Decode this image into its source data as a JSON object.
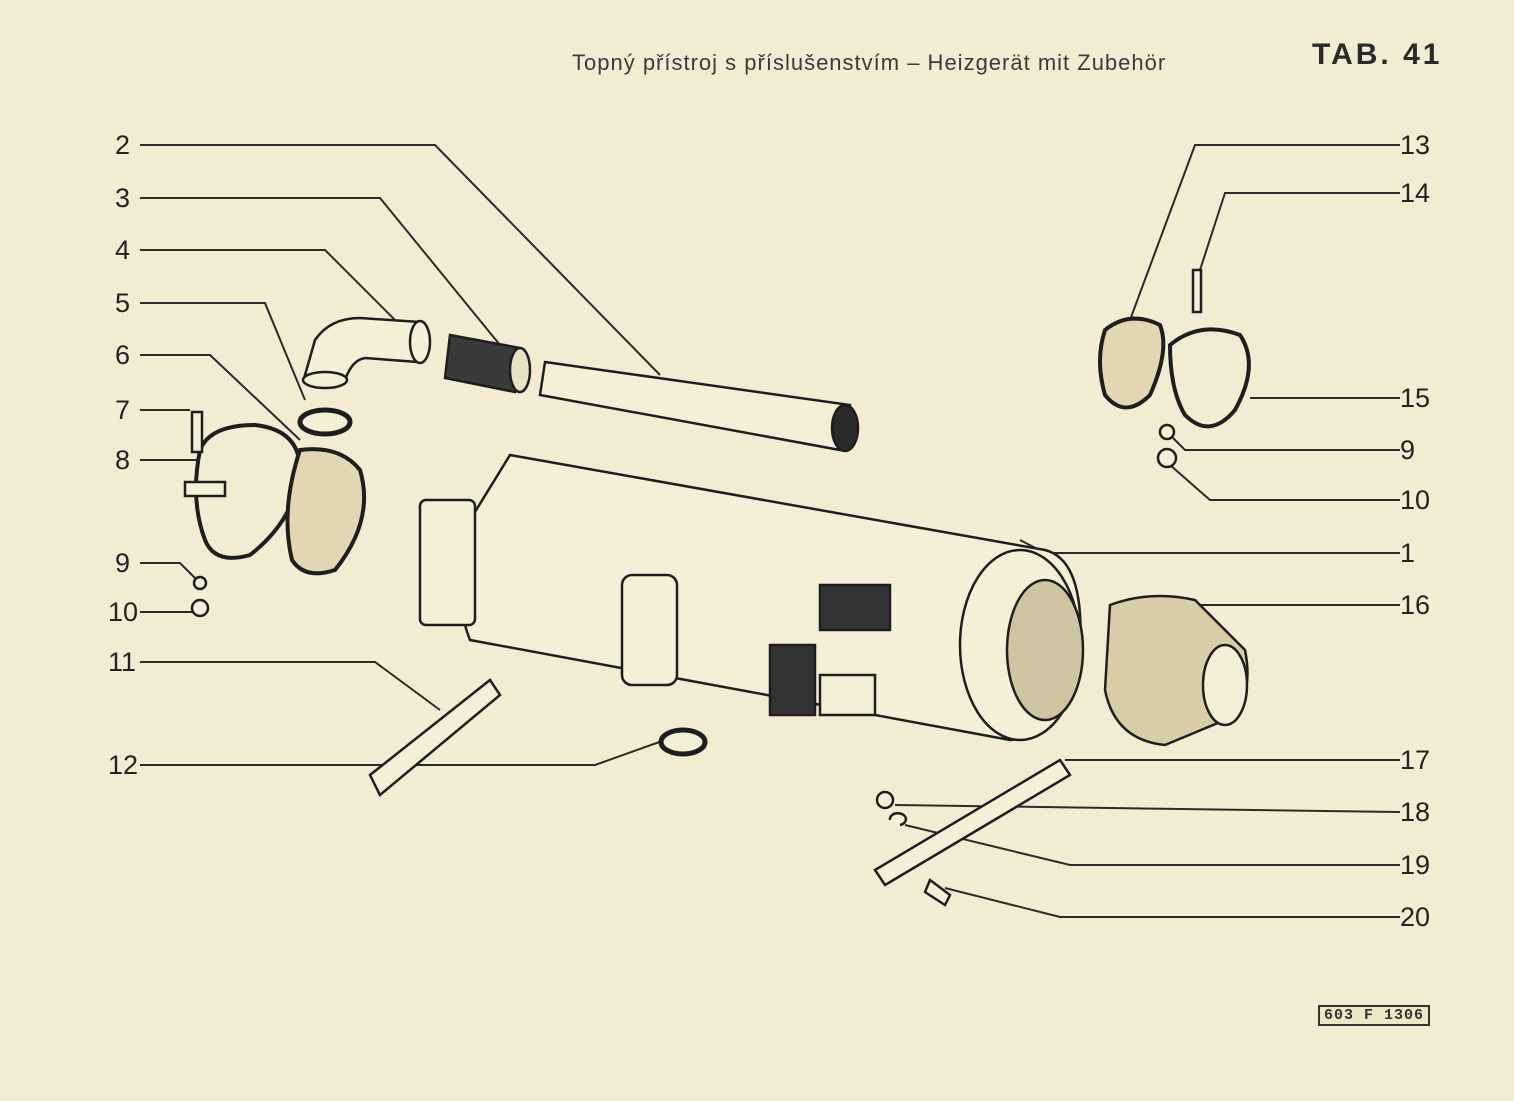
{
  "header": {
    "title": "Topný přístroj s příslušenstvím – Heizgerät mit Zubehör",
    "tab": "TAB. 41"
  },
  "callouts": {
    "n1": "1",
    "n2": "2",
    "n3": "3",
    "n4": "4",
    "n5": "5",
    "n6": "6",
    "n7": "7",
    "n8": "8",
    "n9a": "9",
    "n10a": "10",
    "n11": "11",
    "n12": "12",
    "n13": "13",
    "n14": "14",
    "n15": "15",
    "n9b": "9",
    "n10b": "10",
    "n16": "16",
    "n17": "17",
    "n18": "18",
    "n19": "19",
    "n20": "20"
  },
  "figure_code": "603 F 1306",
  "colors": {
    "paper": "#f3ecd3",
    "ink": "#222222"
  }
}
